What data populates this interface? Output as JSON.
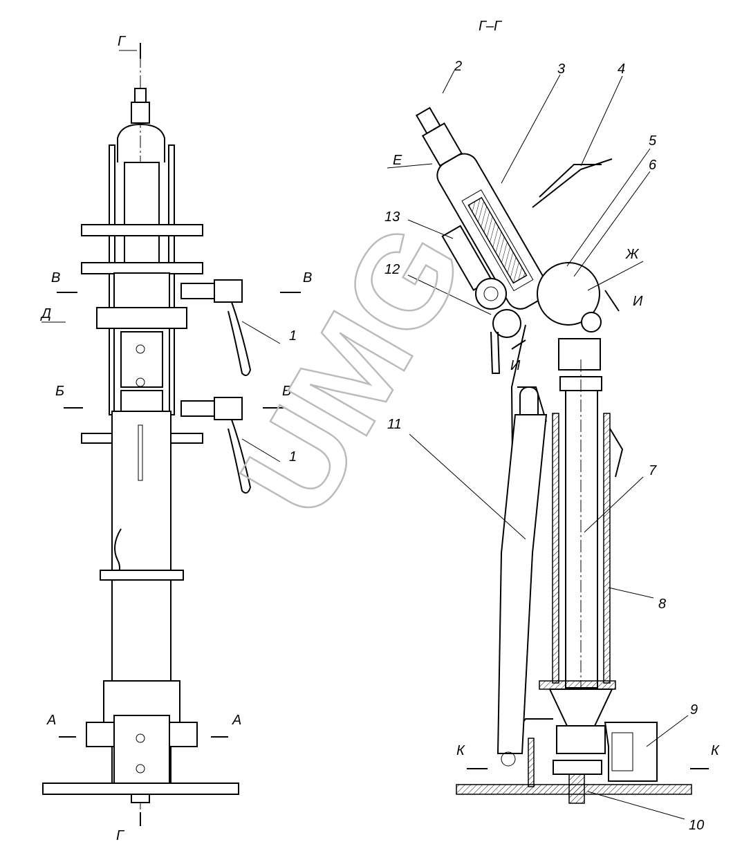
{
  "section_title": "Г–Г",
  "watermark": "UMG",
  "left_view": {
    "section_marks": {
      "g_top": "Г",
      "g_bottom": "Г",
      "v_left": "В",
      "v_right": "В",
      "d": "Д",
      "b_left": "Б",
      "b_right": "Б",
      "a_left": "А",
      "a_right": "А"
    },
    "callouts": [
      "1",
      "1"
    ]
  },
  "right_view": {
    "callouts": [
      "2",
      "3",
      "4",
      "5",
      "6",
      "7",
      "8",
      "9",
      "10",
      "11",
      "12",
      "13"
    ],
    "marks": {
      "e": "Е",
      "zh": "Ж",
      "i_right": "И",
      "i_left": "И",
      "k_left": "К",
      "k_right": "К"
    }
  }
}
